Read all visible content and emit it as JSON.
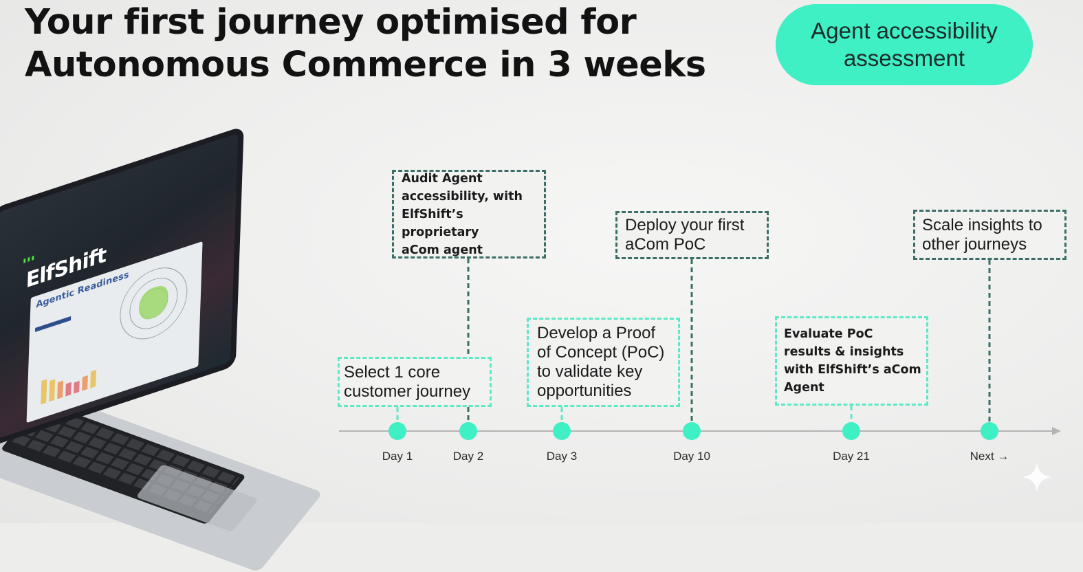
{
  "title": "Your first journey optimised for\nAutonomous Commerce in 3 weeks",
  "badge": "Agent accessibility assessment",
  "colors": {
    "accent_mint": "#3ef0c4",
    "dark_teal": "#3a6e66",
    "light_mint": "#5de8c6",
    "dot": "#3ef0c4"
  },
  "laptop_screen": {
    "brand": "ElfShift",
    "heading": "Agentic Readiness"
  },
  "steps": [
    {
      "day": "Day 1",
      "text": "Select 1 core\ncustomer journey"
    },
    {
      "day": "Day 2",
      "text": "Audit Agent\naccessibility, with\nElfShift’s proprietary\naCom agent"
    },
    {
      "day": "Day 3",
      "text": "Develop a Proof\nof Concept (PoC)\nto validate key\nopportunities"
    },
    {
      "day": "Day 10",
      "text": "Deploy your first\naCom PoC"
    },
    {
      "day": "Day 21",
      "text": "Evaluate PoC\nresults & insights\nwith ElfShift’s aCom\nAgent"
    },
    {
      "day": "Next →",
      "text": "Scale insights to\nother journeys"
    }
  ]
}
